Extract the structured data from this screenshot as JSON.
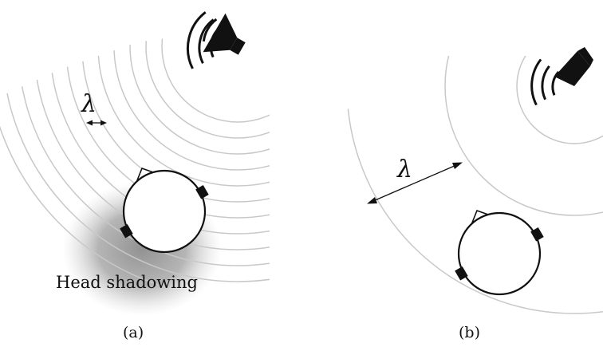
{
  "panel_a": {
    "caption": "(a)",
    "wavelength_symbol": "λ",
    "shadow_label": "Head shadowing"
  },
  "panel_b": {
    "caption": "(b)",
    "wavelength_symbol": "λ"
  },
  "colors": {
    "wavefront": "#c8c8c8",
    "ink": "#111111",
    "shadow": "#8c8c8c"
  }
}
